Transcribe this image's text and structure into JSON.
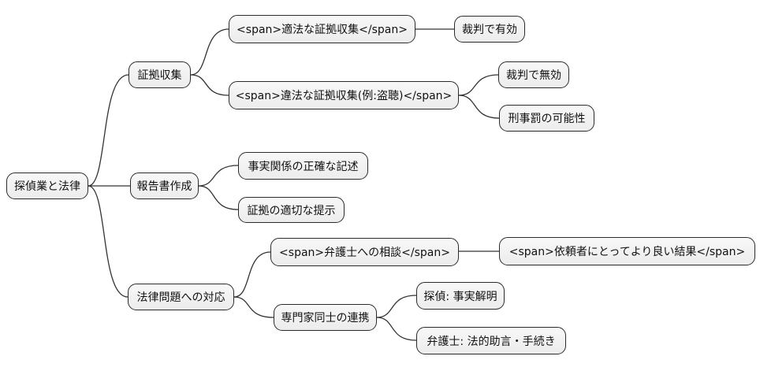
{
  "diagram": {
    "type": "mindmap",
    "title": "探偵業と法律",
    "colors": {
      "background": "#ffffff",
      "node_fill": "#f0f0f0",
      "node_border": "#2b2b2b",
      "link": "#333333",
      "text": "#111111"
    },
    "nodes": {
      "root": {
        "label": "探偵業と法律"
      },
      "evidence": {
        "label": "証拠収集"
      },
      "legal": {
        "label": "<span>適法な証拠収集</span>"
      },
      "valid": {
        "label": "裁判で有効"
      },
      "illegal": {
        "label": "<span>違法な証拠収集(例:盗聴)</span>"
      },
      "invalid": {
        "label": "裁判で無効"
      },
      "criminal": {
        "label": "刑事罰の可能性"
      },
      "report": {
        "label": "報告書作成"
      },
      "facts": {
        "label": "事実関係の正確な記述"
      },
      "present": {
        "label": "証拠の適切な提示"
      },
      "legalissues": {
        "label": "法律問題への対応"
      },
      "consult": {
        "label": "<span>弁護士への相談</span>"
      },
      "better": {
        "label": "<span>依頼者にとってより良い結果</span>"
      },
      "collab": {
        "label": "専門家同士の連携"
      },
      "detective": {
        "label": "探偵: 事実解明"
      },
      "lawyer": {
        "label": "弁護士: 法的助言・手続き"
      }
    },
    "edges": [
      [
        "root",
        "evidence"
      ],
      [
        "root",
        "report"
      ],
      [
        "root",
        "legalissues"
      ],
      [
        "evidence",
        "legal"
      ],
      [
        "evidence",
        "illegal"
      ],
      [
        "legal",
        "valid"
      ],
      [
        "illegal",
        "invalid"
      ],
      [
        "illegal",
        "criminal"
      ],
      [
        "report",
        "facts"
      ],
      [
        "report",
        "present"
      ],
      [
        "legalissues",
        "consult"
      ],
      [
        "legalissues",
        "collab"
      ],
      [
        "consult",
        "better"
      ],
      [
        "collab",
        "detective"
      ],
      [
        "collab",
        "lawyer"
      ]
    ]
  }
}
